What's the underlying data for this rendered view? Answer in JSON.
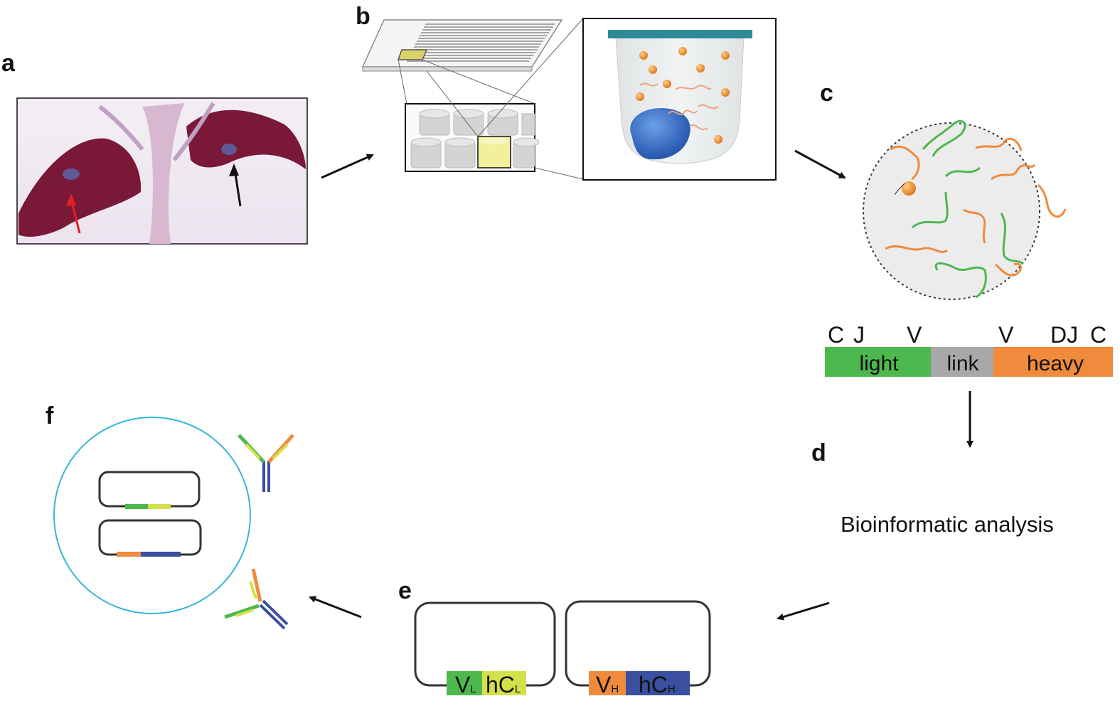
{
  "panels": {
    "a": "a",
    "b": "b",
    "c": "c",
    "d": "d",
    "e": "e",
    "f": "f"
  },
  "construct": {
    "gene_labels": {
      "c1": "C",
      "j1": "J",
      "v1": "V",
      "v2": "V",
      "dj": "DJ",
      "c2": "C"
    },
    "segments": {
      "light": "light",
      "link": "link",
      "heavy": "heavy"
    }
  },
  "analysis_label": "Bioinformatic analysis",
  "vectors": {
    "light": {
      "v": "V",
      "v_sub": "L",
      "c": "hC",
      "c_sub": "L"
    },
    "heavy": {
      "v": "V",
      "v_sub": "H",
      "c": "hC",
      "c_sub": "H"
    }
  },
  "colors": {
    "light": "#4db84e",
    "link": "#a8a8a8",
    "heavy": "#f08a3c",
    "constant_light": "#d4e04a",
    "constant_heavy": "#3a4fa0",
    "cell_outline": "#35b6d8",
    "bead": "#ee8a2a"
  }
}
